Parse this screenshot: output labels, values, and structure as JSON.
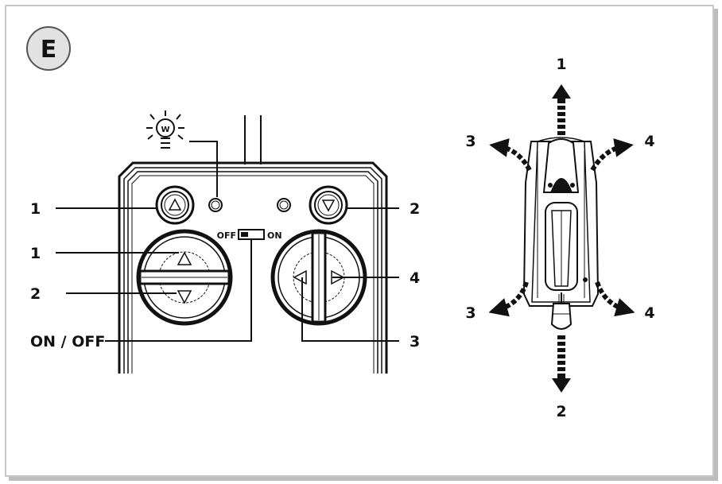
{
  "badge": "E",
  "switch": {
    "off": "OFF",
    "on": "ON"
  },
  "remote_labels": {
    "light_button_left": "1",
    "light_button_right": "2",
    "left_stick_up": "1",
    "left_stick_down": "2",
    "on_off": "ON / OFF",
    "right_stick_right": "4",
    "right_stick_left": "3",
    "bulb_letter": "W"
  },
  "car_labels": {
    "forward": "1",
    "backward": "2",
    "forward_left": "3",
    "forward_right": "4",
    "back_left": "3",
    "back_right": "4"
  },
  "icons": [
    "light-bulb-icon",
    "up-triangle-icon",
    "down-triangle-icon",
    "left-triangle-icon",
    "right-triangle-icon",
    "arrow-icon"
  ]
}
